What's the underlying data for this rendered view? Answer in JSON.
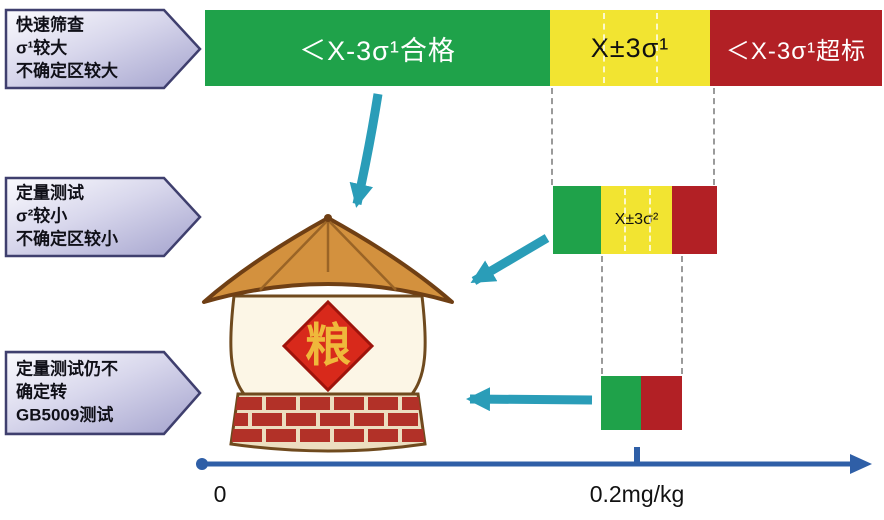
{
  "steps": [
    {
      "label": "快速筛查\nσ¹较大\n不确定区较大"
    },
    {
      "label": "定量测试\nσ²较小\n不确定区较小"
    },
    {
      "label": "定量测试仍不\n确定转\nGB5009测试"
    }
  ],
  "top_bar": {
    "pass": "＜X-3σ¹合格",
    "uncertain": "X±3σ¹",
    "fail": "＜X-3σ¹超标"
  },
  "mid_bar": {
    "uncertain": "X±3σ²"
  },
  "granary": {
    "label": "粮"
  },
  "axis": {
    "zero": "0",
    "limit": "0.2mg/kg"
  },
  "colors": {
    "green": "#1fa24a",
    "yellow": "#f2e431",
    "red": "#b22025",
    "teal": "#2a9db8",
    "axis_blue": "#2f5fa7",
    "step_fill": "#c9c8e4",
    "step_border": "#3f3f6e"
  }
}
